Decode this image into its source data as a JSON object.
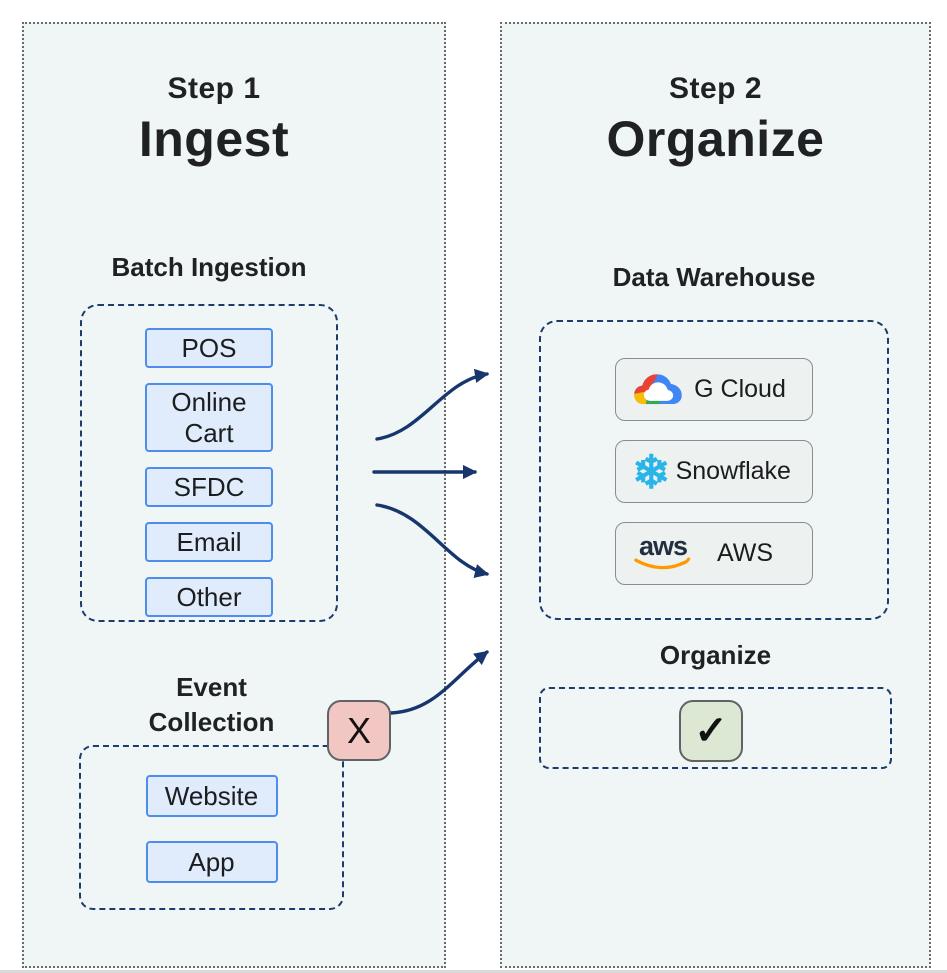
{
  "left_panel": {
    "step_label": "Step 1",
    "step_title": "Ingest",
    "batch": {
      "title": "Batch Ingestion",
      "items": [
        "POS",
        "Online Cart",
        "SFDC",
        "Email",
        "Other"
      ]
    },
    "event": {
      "title_line1": "Event",
      "title_line2": "Collection",
      "items": [
        "Website",
        "App"
      ]
    },
    "x_marker": "X"
  },
  "right_panel": {
    "step_label": "Step 2",
    "step_title": "Organize",
    "warehouse": {
      "title": "Data Warehouse",
      "items": [
        {
          "label": "G Cloud",
          "icon": "google-cloud-logo"
        },
        {
          "label": "Snowflake",
          "icon": "snowflake-logo"
        },
        {
          "label": "AWS",
          "icon": "aws-logo"
        }
      ]
    },
    "organize": {
      "title": "Organize",
      "check_marker": "✓"
    }
  },
  "icons": {
    "snowflake_glyph": "❄",
    "aws_word": "aws"
  },
  "colors": {
    "panel_bg": "#f0f6f6",
    "panel_dotted_border": "#6a6a6a",
    "dashed_border": "#1d3c6e",
    "chip_bg": "#e0ebfc",
    "chip_border": "#4e8cf0",
    "card_bg": "#edf1f0",
    "card_border": "#868e92",
    "x_badge_bg": "#f2c7c3",
    "check_badge_bg": "#dce8d4",
    "badge_border": "#5f6368",
    "arrow": "#16366d",
    "snowflake_blue": "#29b5e8",
    "aws_orange": "#ff9900",
    "aws_navy": "#232f3e",
    "gcp_red": "#ea4335",
    "gcp_yellow": "#fbbc05",
    "gcp_green": "#34a853",
    "gcp_blue": "#4285f4"
  }
}
